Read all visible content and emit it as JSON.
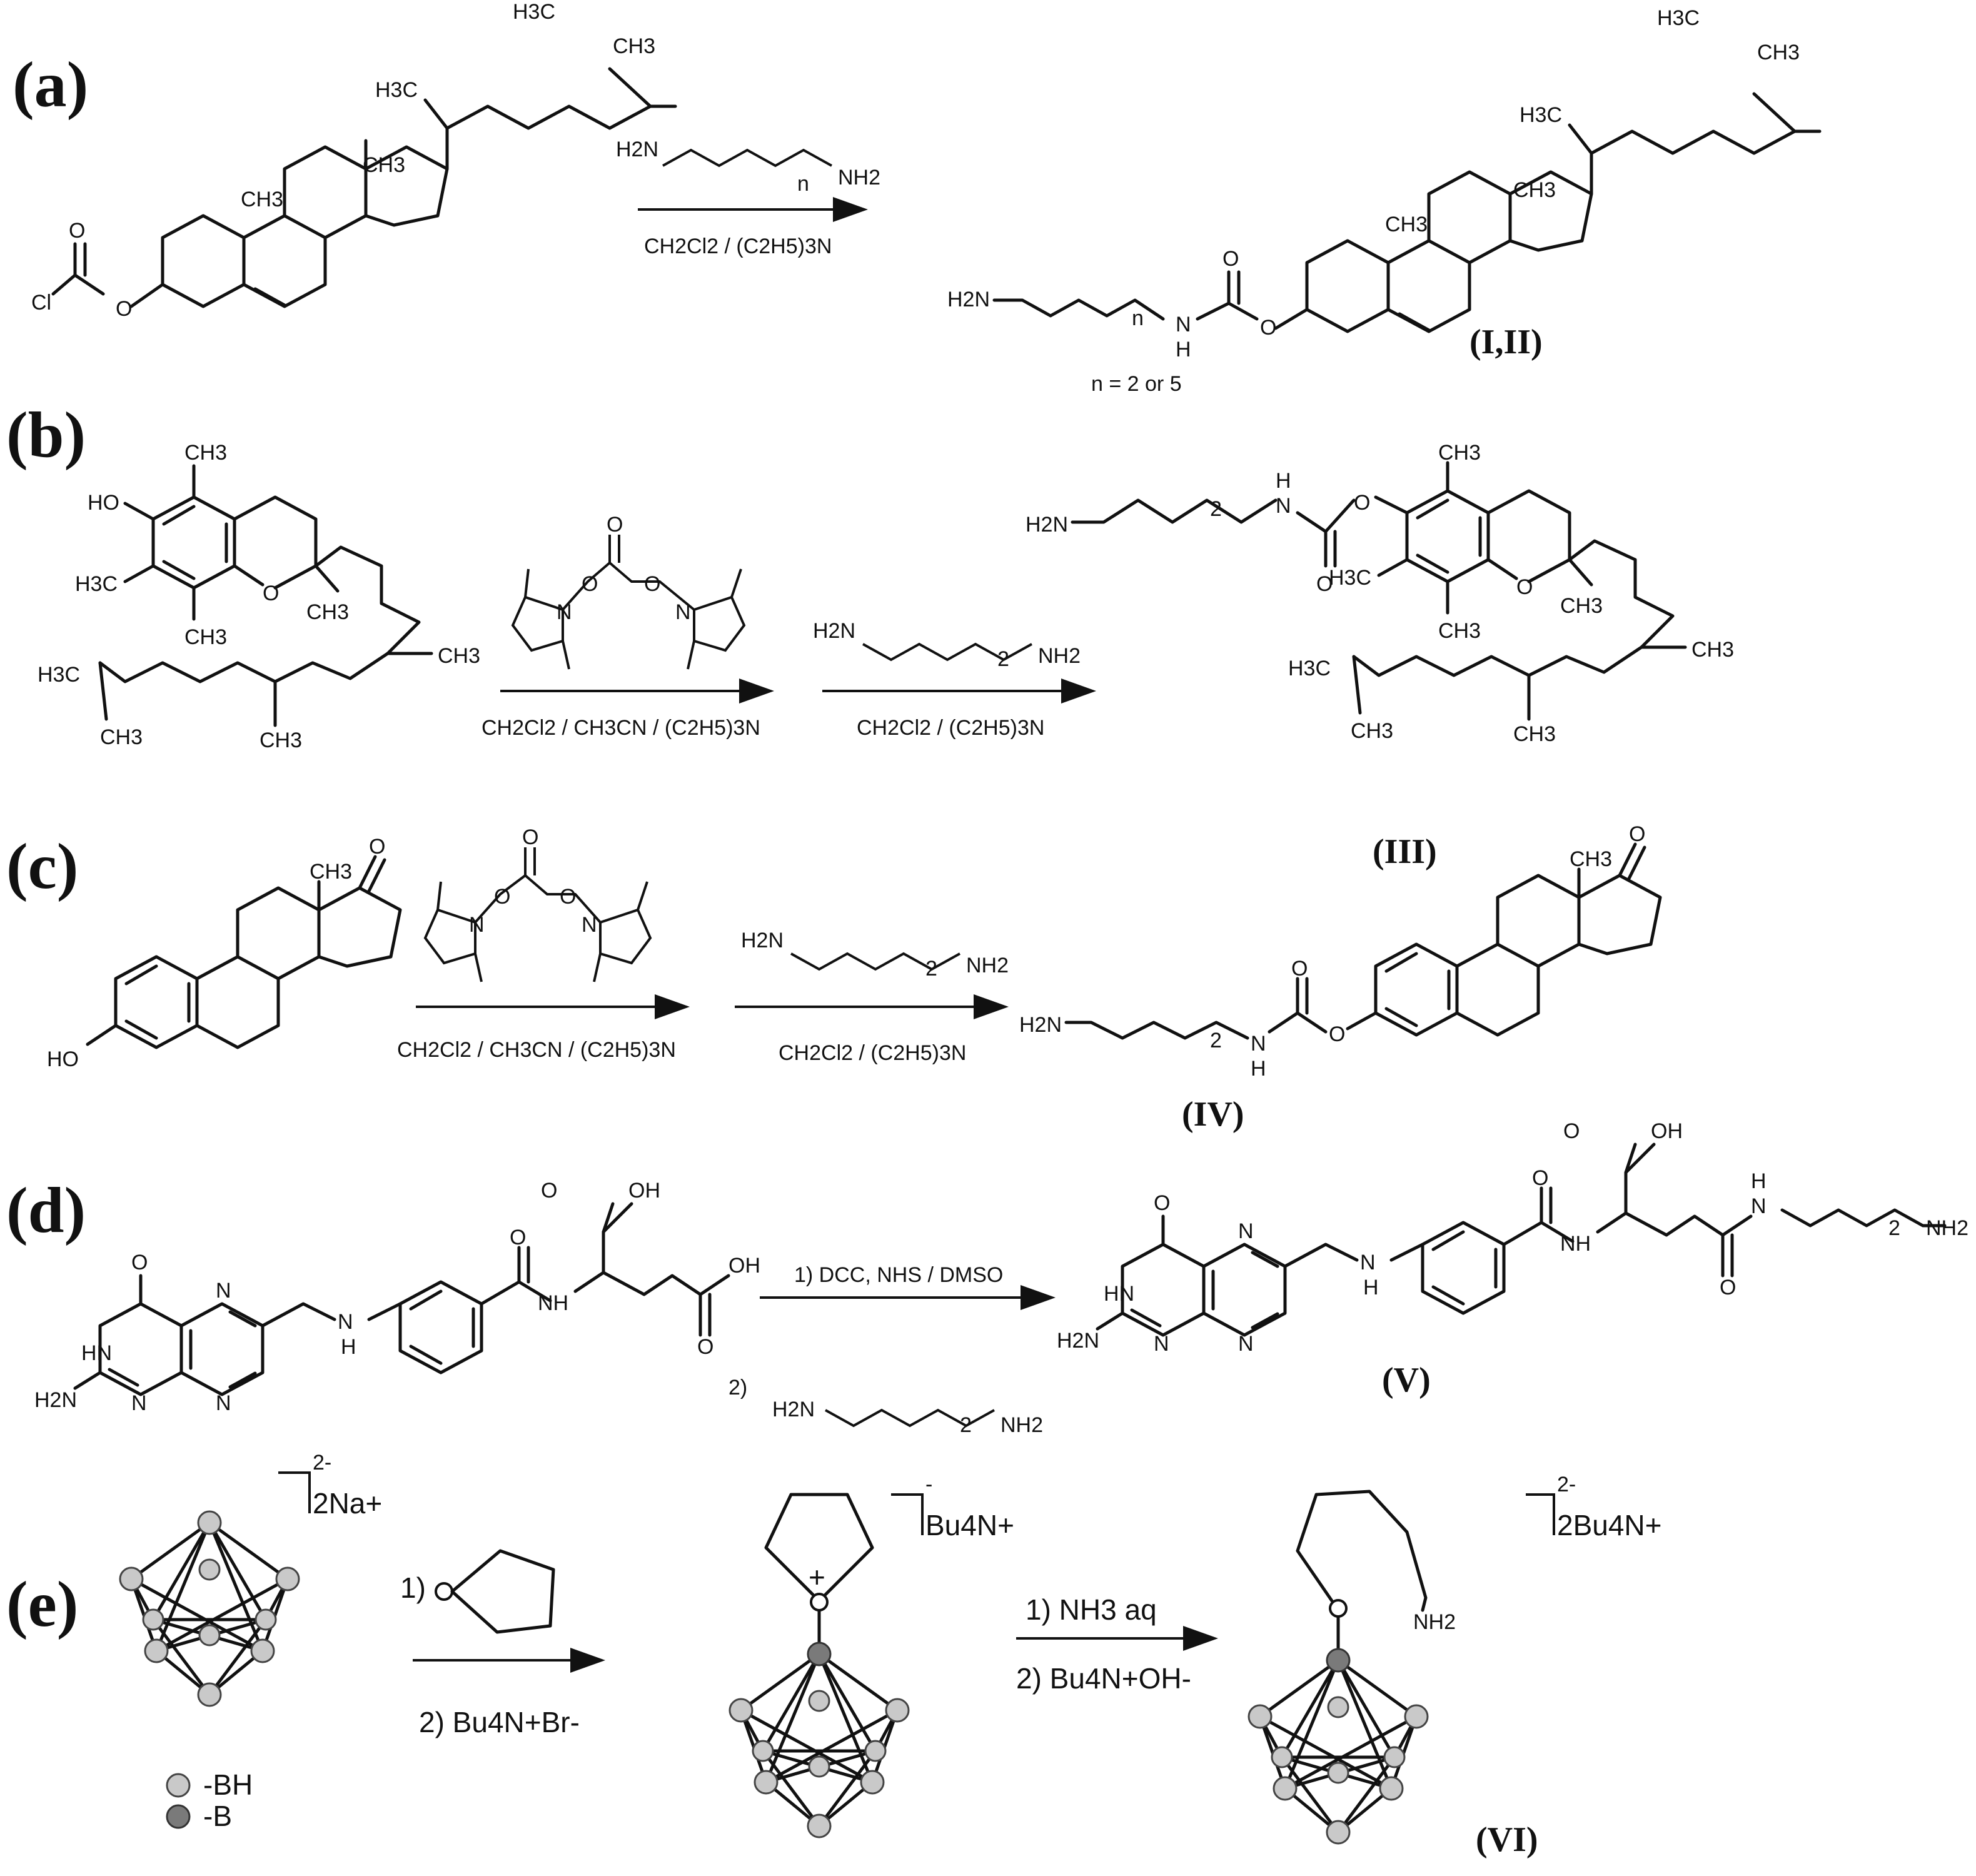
{
  "panels": {
    "a": "(a)",
    "b": "(b)",
    "c": "(c)",
    "d": "(d)",
    "e": "(e)"
  },
  "compounds": {
    "I_II": "(I,II)",
    "III": "(III)",
    "IV": "(IV)",
    "V": "(V)",
    "VI": "(VI)"
  },
  "notes": {
    "n_values": "n = 2 or 5"
  },
  "reagents": {
    "a_below": "CH2Cl2 / (C2H5)3N",
    "b_step1": "CH2Cl2 / CH3CN / (C2H5)3N",
    "b_step2": "CH2Cl2 / (C2H5)3N",
    "c_step1": "CH2Cl2 / CH3CN / (C2H5)3N",
    "c_step2": "CH2Cl2 / (C2H5)3N",
    "d_step1": "1) DCC, NHS / DMSO",
    "d_step2": "2)",
    "e_step1": "1)",
    "e_step2": "2) Bu4N+Br-",
    "e2_step1": "1) NH3 aq",
    "e2_step2": "2) Bu4N+OH-"
  },
  "counterions": {
    "start": "2Na+",
    "start_charge": "2-",
    "middle": "Bu4N+",
    "middle_charge": "-",
    "product": "2Bu4N+",
    "product_charge": "2-"
  },
  "legend": {
    "bh": "-BH",
    "b": "-B"
  },
  "atoms": {
    "H3C": "H3C",
    "CH3": "CH3",
    "Cl": "Cl",
    "O": "O",
    "H2N": "H2N",
    "NH2": "NH2",
    "N": "N",
    "NH": "NH",
    "HN": "HN",
    "H": "H",
    "HO": "HO",
    "OH": "OH",
    "n": "n",
    "two": "2",
    "plus": "+",
    "NH2_cage": "NH2"
  }
}
